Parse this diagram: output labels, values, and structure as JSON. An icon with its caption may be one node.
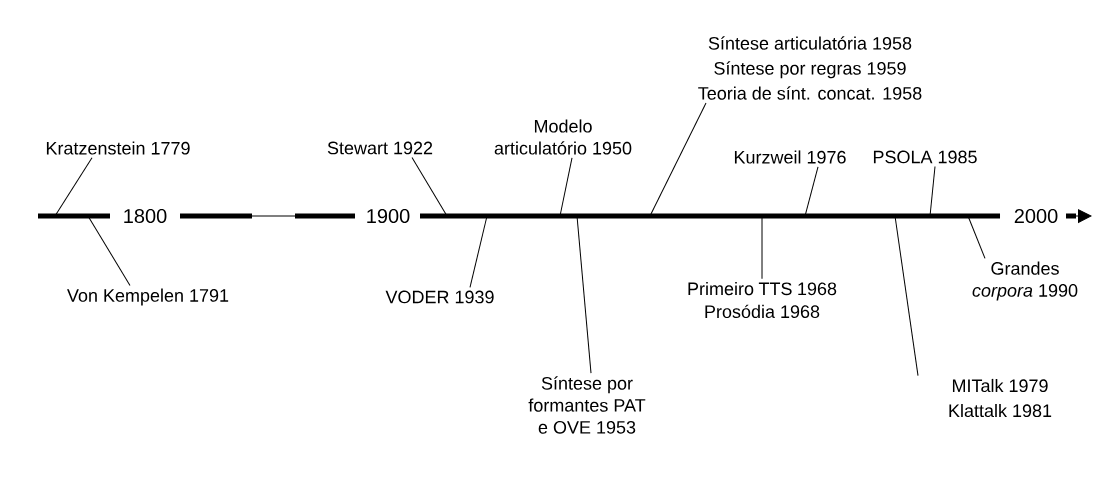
{
  "diagram": {
    "nodes": [
      {
        "text": [
          "Kratzenstein 1779"
        ]
      },
      {
        "text": [
          "Von Kempelen 1791"
        ]
      },
      {
        "text": [
          "Stewart 1922"
        ]
      },
      {
        "text": [
          "VODER 1939"
        ]
      },
      {
        "text": [
          "Modelo articulatório 1950"
        ]
      },
      {
        "text": [
          "Síntese articulatória 1958",
          "Síntese por regras 1959",
          "Teoria de sínt. concat. 1958"
        ]
      },
      {
        "text": [
          "Síntese por formantes PAT e OVE 1953"
        ]
      },
      {
        "text": [
          "Primeiro TTS 1968",
          "Prosódia 1968"
        ]
      },
      {
        "text": [
          "Kurzweil 1976"
        ]
      },
      {
        "text": [
          "MITalk 1979",
          "Klattalk 1981"
        ]
      },
      {
        "text": [
          "PSOLA 1985"
        ]
      },
      {
        "text": [
          "Grandes *corpora* 1990"
        ]
      }
    ],
    "edges": [
      {
        "from": 0,
        "to": null,
        "arrow": "none"
      },
      {
        "from": 1,
        "to": null,
        "arrow": "none"
      },
      {
        "from": 2,
        "to": null,
        "arrow": "none"
      },
      {
        "from": 3,
        "to": null,
        "arrow": "none"
      },
      {
        "from": 4,
        "to": null,
        "arrow": "none"
      },
      {
        "from": 5,
        "to": null,
        "arrow": "none"
      },
      {
        "from": 6,
        "to": null,
        "arrow": "none"
      },
      {
        "from": 7,
        "to": null,
        "arrow": "none"
      },
      {
        "from": 8,
        "to": null,
        "arrow": "none"
      },
      {
        "from": 9,
        "to": null,
        "arrow": "none"
      },
      {
        "from": 10,
        "to": null,
        "arrow": "none"
      },
      {
        "from": 11,
        "to": null,
        "arrow": "none"
      }
    ],
    "labels": [
      "1800",
      "1900",
      "2000"
    ]
  }
}
